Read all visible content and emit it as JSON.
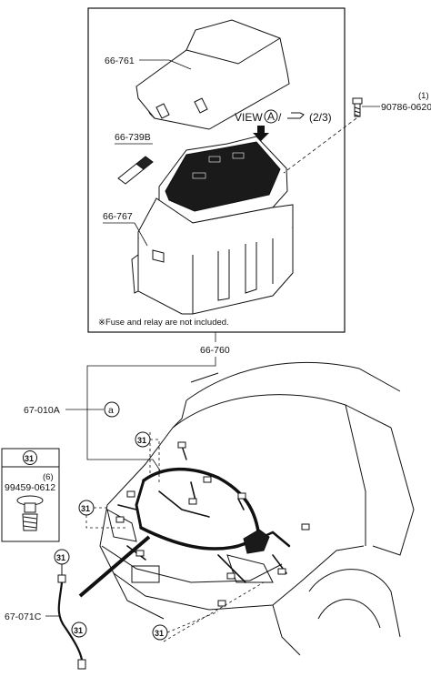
{
  "parts": {
    "cover": "66-761",
    "puller": "66-739B",
    "box": "66-767",
    "assembly": "66-760",
    "bolt": "90786-0620",
    "bolt_qty": "(1)",
    "harness": "67-010A",
    "sub_harness": "67-071C",
    "clip": "99459-0612",
    "clip_qty": "(6)"
  },
  "callouts": {
    "view_text": "VIEW",
    "view_letter": "A",
    "view_ref": "(2/3)",
    "harness_letter": "a",
    "clip_ref": "31"
  },
  "note": "※Fuse and relay are not included."
}
